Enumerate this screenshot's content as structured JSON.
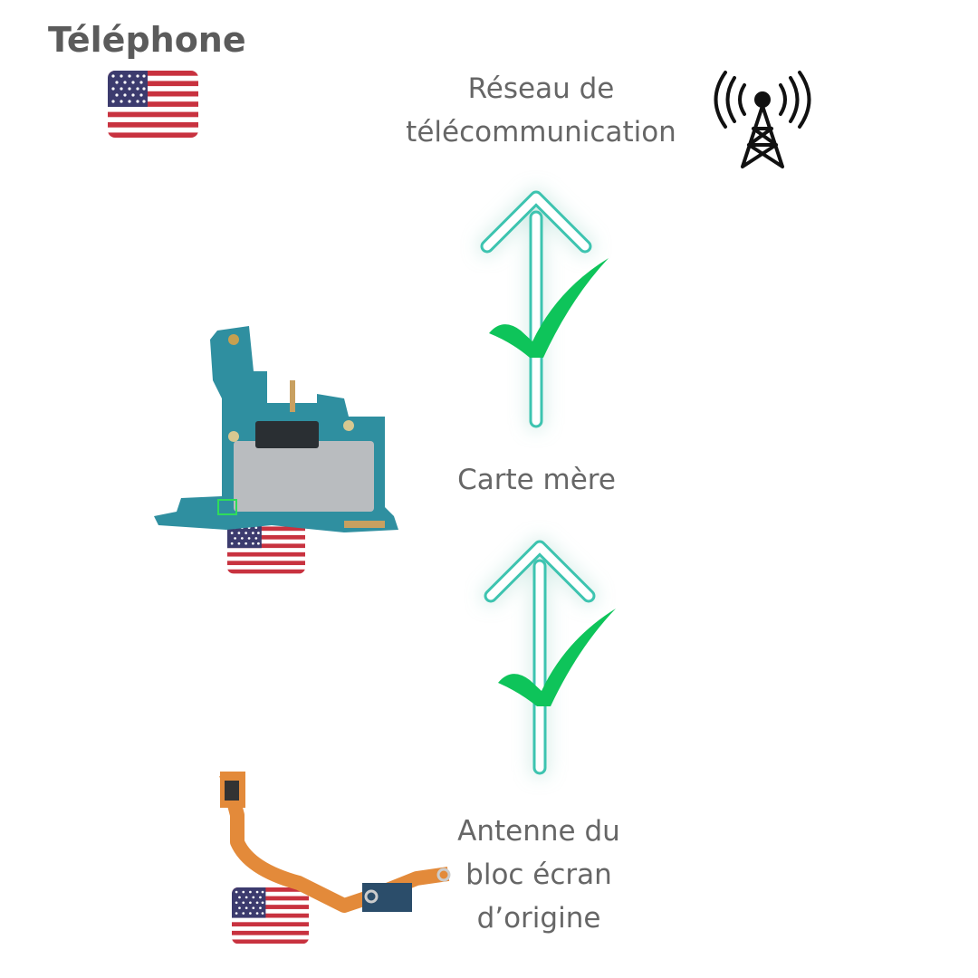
{
  "title": "Téléphone",
  "network": {
    "line1": "Réseau de",
    "line2": "télécommunication",
    "icon": "cell-tower-icon"
  },
  "motherboard": {
    "label": "Carte mère"
  },
  "antenna": {
    "line1": "Antenne du",
    "line2": "bloc écran",
    "line3": "d’origine"
  },
  "colors": {
    "arrow": "#3cc4b0",
    "check": "#0ec45a",
    "text": "#666666",
    "pcb": "#2f8fa0",
    "flex": "#e38a3a"
  },
  "flag": "us-flag-icon"
}
